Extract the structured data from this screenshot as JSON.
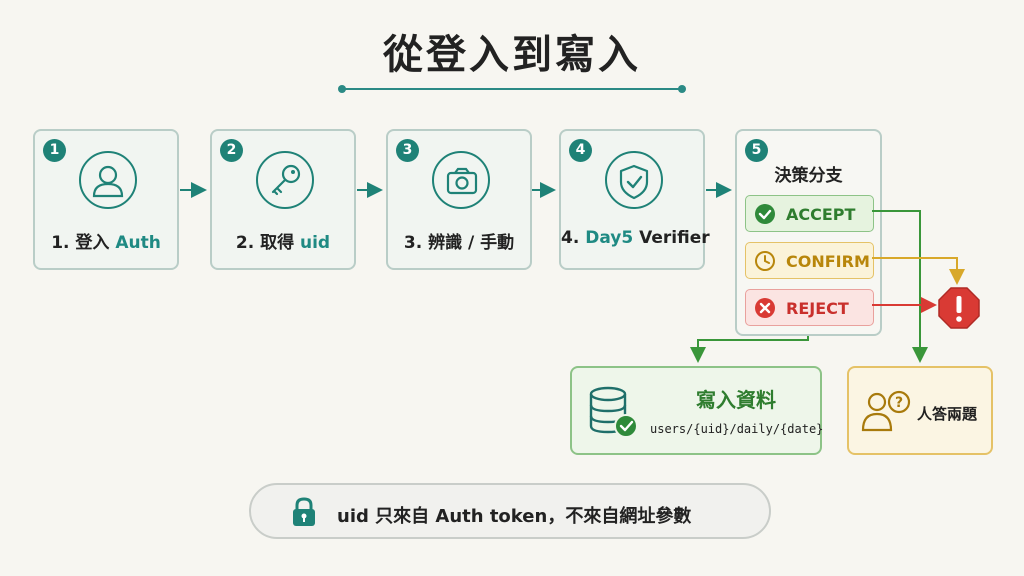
{
  "title": "從登入到寫入",
  "colors": {
    "teal": "#1f8277",
    "accept": "#2f7d2f",
    "confirm": "#b8860b",
    "reject": "#c9302c"
  },
  "steps": [
    {
      "number": "1",
      "prefix": "1. 登入 ",
      "highlight": "Auth",
      "icon": "user-icon"
    },
    {
      "number": "2",
      "prefix": "2. 取得 ",
      "highlight": "uid",
      "icon": "key-icon"
    },
    {
      "number": "3",
      "prefix": "3. 辨識 / 手動",
      "highlight": "",
      "icon": "camera-icon"
    },
    {
      "number": "4",
      "prefix": "4. ",
      "highlight": "Day5",
      "suffix": " Verifier",
      "icon": "shield-check-icon"
    }
  ],
  "decision": {
    "number": "5",
    "title": "決策分支",
    "accept": "ACCEPT",
    "confirm": "CONFIRM",
    "reject": "REJECT"
  },
  "write": {
    "title": "寫入資料",
    "path": "users/{uid}/daily/{date}"
  },
  "human": {
    "label": "人答兩題"
  },
  "note": {
    "text": "uid 只來自 Auth token，不來自網址參數"
  }
}
